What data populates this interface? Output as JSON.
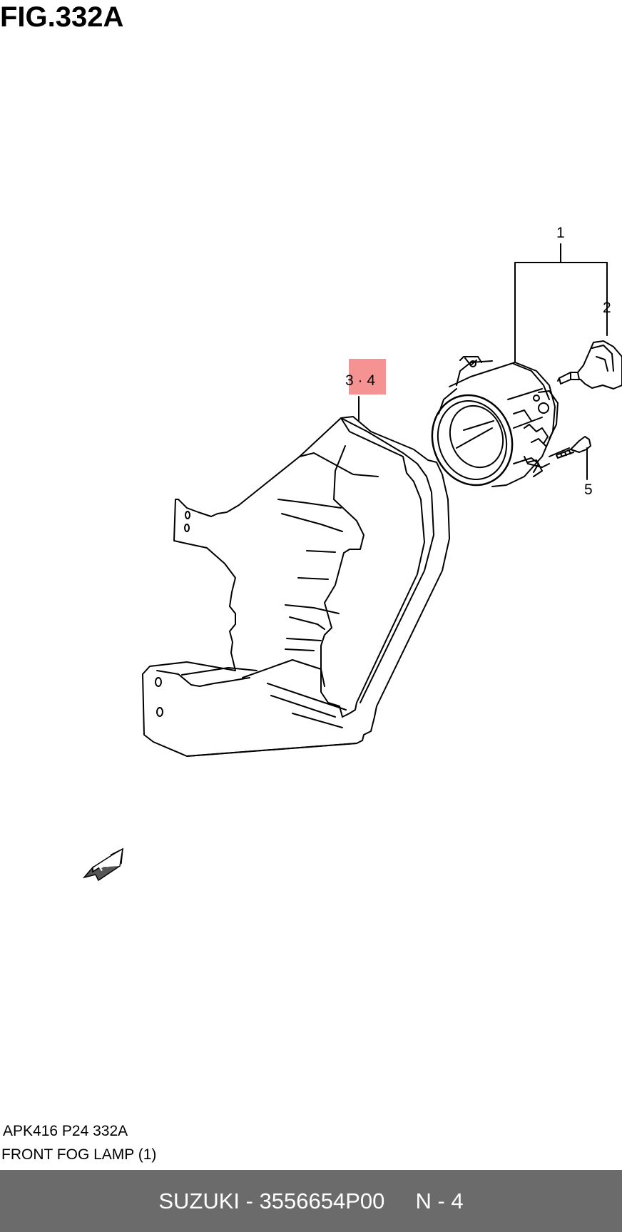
{
  "figure": {
    "title": "FIG.332A"
  },
  "callouts": {
    "c1": "1",
    "c2": "2",
    "c34": "3 · 4",
    "c5": "5"
  },
  "fwd": {
    "label": "FWD",
    "icon": "fwd-arrow-icon"
  },
  "caption": {
    "reference": "APK416 P24 332A",
    "name": "FRONT FOG LAMP (1)"
  },
  "footer": {
    "text": "SUZUKI - 3556654P00     N - 4"
  },
  "colors": {
    "highlight": "#f59393",
    "footer_bg": "#6b6b6b",
    "footer_text": "#ffffff",
    "line": "#000000"
  }
}
